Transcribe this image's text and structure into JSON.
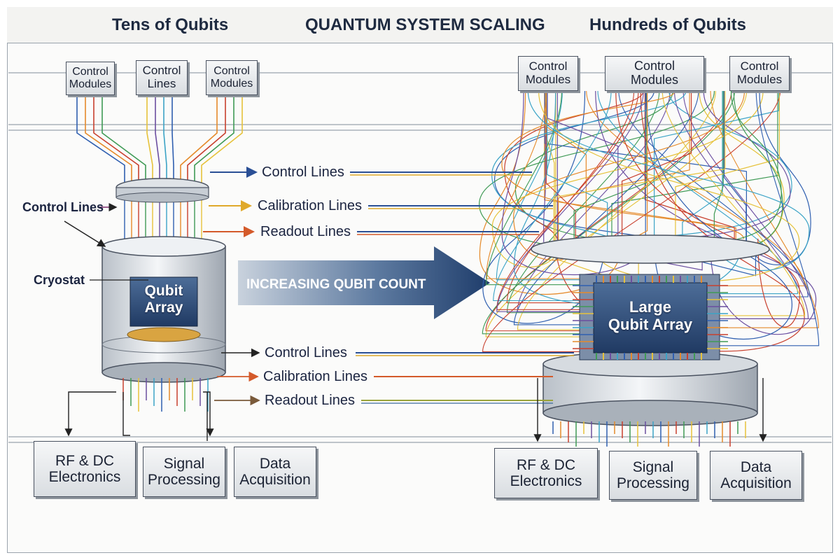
{
  "header": {
    "left": "Tens of Qubits",
    "center": "QUANTUM SYSTEM SCALING",
    "right": "Hundreds of Qubits"
  },
  "left_system": {
    "modules": [
      "Control\nModules",
      "Control\nLines",
      "Control\nModules"
    ],
    "side_label_control": "Control Lines",
    "side_label_cryostat": "Cryostat",
    "qubit_array": "Qubit\nArray",
    "backend": [
      "RF & DC\nElectronics",
      "Signal\nProcessing",
      "Data\nAcquisition"
    ]
  },
  "right_system": {
    "modules": [
      "Control\nModules",
      "Control\nModules",
      "Control\nModules"
    ],
    "qubit_array": "Large\nQubit Array",
    "backend": [
      "RF & DC\nElectronics",
      "Signal\nProcessing",
      "Data\nAcquisition"
    ]
  },
  "middle": {
    "upper_labels": [
      "Control Lines",
      "Calibration Lines",
      "Readout Lines"
    ],
    "lower_labels": [
      "Control Lines",
      "Calibration Lines",
      "Readout Lines"
    ],
    "arrow_text": "INCREASING QUBIT COUNT"
  },
  "colors": {
    "control": "#2a4f95",
    "calibration": "#e0a92a",
    "readout": "#d45a2a",
    "wire_palette": [
      "#2f5fb0",
      "#e58a2a",
      "#c8402e",
      "#3f9a55",
      "#e6c23a",
      "#6b4ea0",
      "#3ba3c6"
    ]
  }
}
